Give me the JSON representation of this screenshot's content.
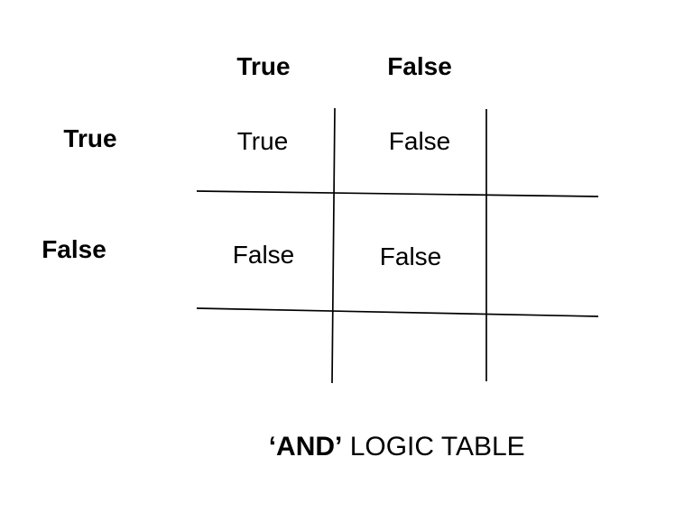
{
  "table": {
    "column_headers": [
      "True",
      "False"
    ],
    "row_headers": [
      "True",
      "False"
    ],
    "cells": [
      [
        "True",
        "False"
      ],
      [
        "False",
        "False"
      ]
    ]
  },
  "caption": {
    "operator": "‘AND’",
    "rest": " LOGIC TABLE"
  },
  "colors": {
    "background": "#ffffff",
    "text": "#000000",
    "line": "#000000"
  }
}
